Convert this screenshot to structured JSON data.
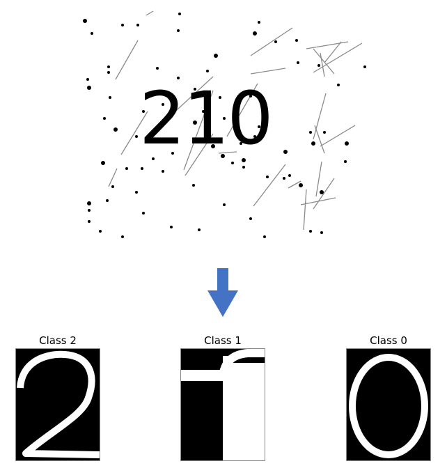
{
  "input_image": {
    "text": "210"
  },
  "arrow": {
    "color": "#4472c4",
    "icon": "down-arrow-icon"
  },
  "panels": [
    {
      "title": "Class 2",
      "digit": "2"
    },
    {
      "title": "Class 1",
      "digit": "1"
    },
    {
      "title": "Class 0",
      "digit": "0"
    }
  ]
}
